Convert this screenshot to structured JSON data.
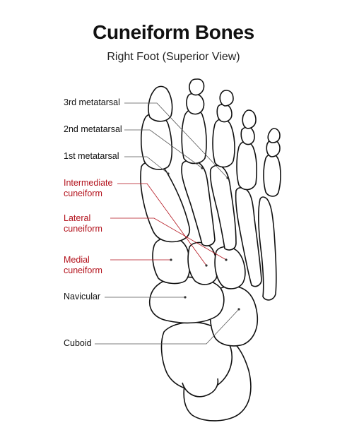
{
  "title": "Cuneiform Bones",
  "subtitle": "Right Foot (Superior View)",
  "labels": {
    "met3": "3rd metatarsal",
    "met2": "2nd metatarsal",
    "met1": "1st metatarsal",
    "intermediate_line1": "Intermediate",
    "intermediate_line2": "cuneiform",
    "lateral_line1": "Lateral",
    "lateral_line2": "cuneiform",
    "medial_line1": "Medial",
    "medial_line2": "cuneiform",
    "navicular": "Navicular",
    "cuboid": "Cuboid"
  },
  "colors": {
    "highlight": "#b3121c",
    "outline": "#111111"
  }
}
